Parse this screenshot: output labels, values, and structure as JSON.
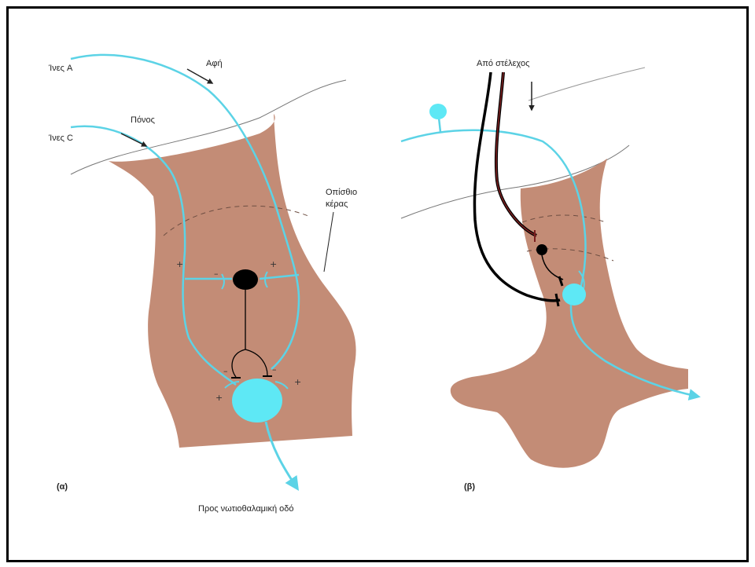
{
  "panel_a": {
    "label": "(α)",
    "fibers_a": "Ίνες A",
    "fibers_c": "Ίνες C",
    "touch": "Αφή",
    "pain": "Πόνος",
    "dorsal_horn": [
      "Οπίσθιο",
      "κέρας"
    ],
    "output": "Προς νωτιοθαλαμική οδό",
    "signs": {
      "minus": "–",
      "plus": "+"
    }
  },
  "panel_b": {
    "label": "(β)",
    "from_brainstem": "Από στέλεχος"
  },
  "colors": {
    "tissue": "#c38c76",
    "fiber": "#5cd3e6",
    "neuron_fill": "#5ee8f5",
    "inhibitory": "#000000",
    "descending_red": "#6e1a1a",
    "frame": "#000000"
  }
}
